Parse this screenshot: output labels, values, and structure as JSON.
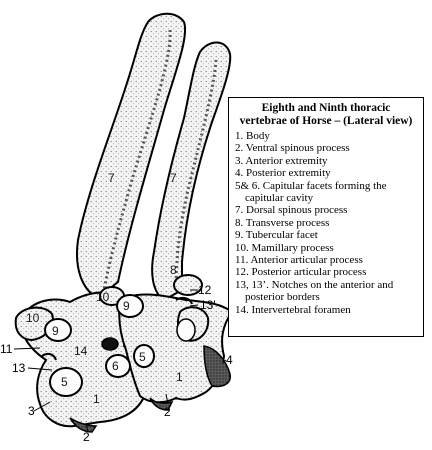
{
  "legend": {
    "title_line1": "Eighth and Ninth thoracic",
    "title_line2": "vertebrae of Horse – (Lateral view)",
    "items": [
      {
        "text": "1. Body"
      },
      {
        "text": "2. Ventral spinous process"
      },
      {
        "text": "3. Anterior extremity"
      },
      {
        "text": "4. Posterior extremity"
      },
      {
        "text": "5& 6. Capitular facets forming the",
        "cont": "capitular cavity"
      },
      {
        "text": "7. Dorsal spinous process"
      },
      {
        "text": "8. Transverse process"
      },
      {
        "text": "9. Tubercular facet"
      },
      {
        "text": "10. Mamillary process"
      },
      {
        "text": "11. Anterior articular process"
      },
      {
        "text": "12. Posterior articular process"
      },
      {
        "text": "13, 13’. Notches on the anterior and",
        "cont": "posterior borders"
      },
      {
        "text": "14. Intervertebral foramen"
      }
    ]
  },
  "callouts": {
    "n7a": "7",
    "n7b": "7",
    "n8": "8",
    "n12": "12",
    "n13p": "13'",
    "n10a": "10",
    "n9a": "9",
    "n10b": "10",
    "n9b": "9",
    "n11": "11",
    "n14": "14",
    "n13": "13",
    "n5a": "5",
    "n6": "6",
    "n5b": "5",
    "n4": "4",
    "n1a": "1",
    "n1b": "1",
    "n3": "3",
    "n2a": "2",
    "n2b": "2"
  },
  "colors": {
    "ink": "#000000",
    "bone": "#f2f2f2",
    "shade": "#9a9a9a"
  }
}
